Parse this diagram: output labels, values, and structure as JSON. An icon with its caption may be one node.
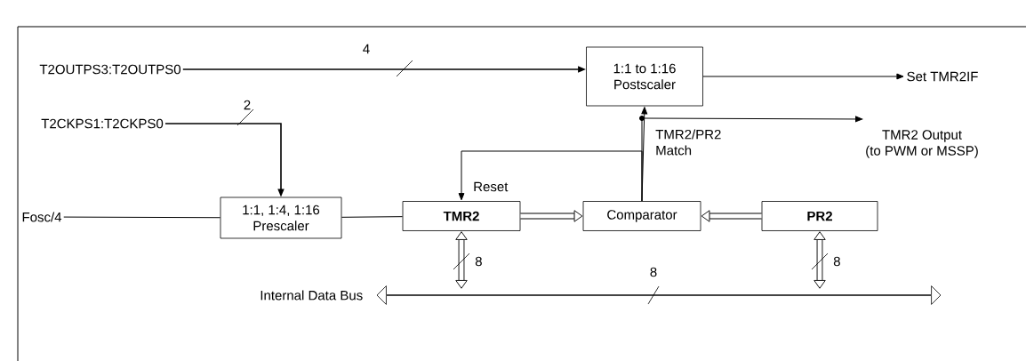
{
  "diagram": {
    "nodes": [
      {
        "text": [
          "T2OUTPS3:T2OUTPS0"
        ]
      },
      {
        "text": [
          "T2CKPS1:T2CKPS0"
        ]
      },
      {
        "text": [
          "Fosc/4"
        ]
      },
      {
        "text": [
          "1:1, 1:4, 1:16",
          "Prescaler"
        ]
      },
      {
        "text": [
          "TMR2"
        ]
      },
      {
        "text": [
          "Comparator"
        ]
      },
      {
        "text": [
          "PR2"
        ]
      },
      {
        "text": [
          "1:1 to 1:16",
          "Postscaler"
        ]
      },
      {
        "text": [
          "Set TMR2IF"
        ]
      },
      {
        "text": [
          "TMR2 Output",
          "(to PWM or MSSP)"
        ]
      },
      {
        "text": [
          "Internal Data Bus"
        ]
      }
    ],
    "edges": [
      {
        "from": 0,
        "to": 7,
        "arrow": "to",
        "label": "4"
      },
      {
        "from": 1,
        "to": 3,
        "arrow": "to",
        "label": "2"
      },
      {
        "from": 2,
        "to": 3,
        "arrow": "none"
      },
      {
        "from": 3,
        "to": 4,
        "arrow": "none"
      },
      {
        "from": 4,
        "to": 5,
        "arrow": "to",
        "style": "thick"
      },
      {
        "from": 6,
        "to": 5,
        "arrow": "to",
        "style": "thick"
      },
      {
        "from": 5,
        "to": 7,
        "arrow": "to",
        "label": "TMR2/PR2 Match"
      },
      {
        "from": 5,
        "to": 9,
        "arrow": "to"
      },
      {
        "from": 5,
        "to": 4,
        "arrow": "to",
        "label": "Reset"
      },
      {
        "from": 7,
        "to": 8,
        "arrow": "to"
      },
      {
        "from": 4,
        "to": 10,
        "arrow": "both",
        "style": "thick",
        "label": "8"
      },
      {
        "from": 6,
        "to": 10,
        "arrow": "both",
        "style": "thick",
        "label": "8"
      }
    ],
    "labels": [
      "8"
    ]
  }
}
